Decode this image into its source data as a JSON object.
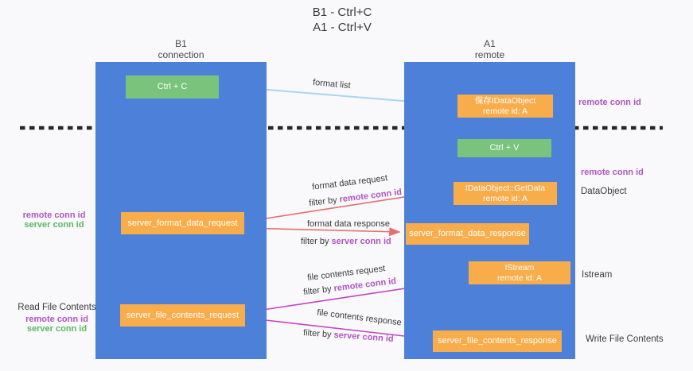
{
  "title": {
    "line1": "B1 - Ctrl+C",
    "line2": "A1 - Ctrl+V"
  },
  "lanes": {
    "b1": {
      "title": "B1",
      "subtitle": "connection"
    },
    "a1": {
      "title": "A1",
      "subtitle": "remote"
    }
  },
  "nodes": {
    "ctrl_c": {
      "label": "Ctrl + C"
    },
    "save_dataobject": {
      "line1": "保存IDataObject",
      "line2": "remote id: A"
    },
    "ctrl_v": {
      "label": "Ctrl + V"
    },
    "getdata": {
      "line1": "IDataObject::GetData",
      "line2": "remote id: A"
    },
    "server_format_data_request": {
      "label": "server_format_data_request"
    },
    "server_format_data_response": {
      "label": "server_format_data_response"
    },
    "istream": {
      "line1": "IStream",
      "line2": "remote id: A"
    },
    "server_file_contents_request": {
      "label": "server_file_contents_request"
    },
    "server_file_contents_response": {
      "label": "server_file_contents_response"
    }
  },
  "side_labels": {
    "remote_conn_id_top": "remote conn id",
    "remote_conn_id_mid": "remote conn id",
    "dataobject": "DataObject",
    "istream": "Istream",
    "write_file_contents": "Write File Contents",
    "read_file_contents": "Read File Contents",
    "left_remote_conn_id": "remote conn id",
    "left_server_conn_id": "server conn id"
  },
  "arrow_labels": {
    "format_list": "format list",
    "format_data_request": "format data request",
    "format_data_response": "format data response",
    "file_contents_request": "file contents request",
    "file_contents_response": "file contents response",
    "filter_by": "filter by",
    "remote_conn_id": "remote conn id",
    "server_conn_id": "server conn id"
  },
  "colors": {
    "lane_blue": "#4d81d9",
    "node_orange": "#f8ac4a",
    "node_green": "#79c37c",
    "arrow_blue": "#aad5f2",
    "arrow_red": "#e56e6e",
    "arrow_magenta": "#c843c8",
    "arrow_black": "#2b2b2b",
    "text_purple": "#b153c4",
    "text_green": "#58b863",
    "text_dark": "#3b3b3b",
    "background": "#f9f9fb"
  }
}
